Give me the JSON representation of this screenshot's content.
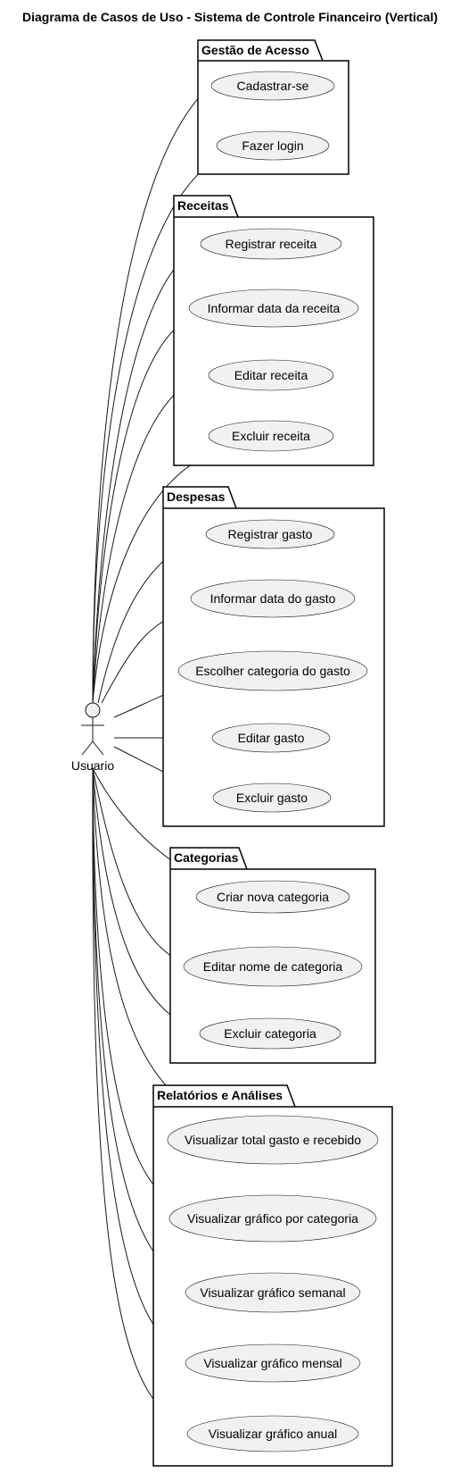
{
  "title": "Diagrama de Casos de Uso - Sistema de Controle Financeiro (Vertical)",
  "actor": {
    "name": "Usuario",
    "icon": "stick-figure-icon"
  },
  "colors": {
    "line": "#181818",
    "usecase_fill": "#f1f1f1",
    "package_fill": "#ffffff"
  },
  "packages": [
    {
      "name": "Gestão de Acesso",
      "usecases": [
        "Cadastrar-se",
        "Fazer login"
      ]
    },
    {
      "name": "Receitas",
      "usecases": [
        "Registrar receita",
        "Informar data da receita",
        "Editar receita",
        "Excluir receita"
      ]
    },
    {
      "name": "Despesas",
      "usecases": [
        "Registrar gasto",
        "Informar data do gasto",
        "Escolher categoria do gasto",
        "Editar gasto",
        "Excluir gasto"
      ]
    },
    {
      "name": "Categorias",
      "usecases": [
        "Criar nova categoria",
        "Editar nome de categoria",
        "Excluir categoria"
      ]
    },
    {
      "name": "Relatórios e Análises",
      "usecases": [
        "Visualizar total gasto e recebido",
        "Visualizar gráfico por categoria",
        "Visualizar gráfico semanal",
        "Visualizar gráfico mensal",
        "Visualizar gráfico anual"
      ]
    }
  ]
}
